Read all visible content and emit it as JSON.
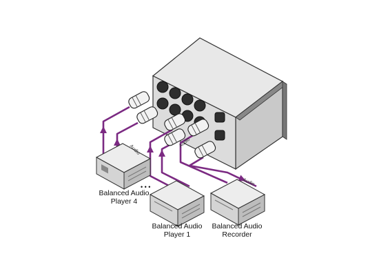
{
  "devices": [
    {
      "id": "player4",
      "label_lines": [
        "Balanced Audio",
        "Player 4"
      ]
    },
    {
      "id": "player1",
      "label_lines": [
        "Balanced Audio",
        "Player 1"
      ]
    },
    {
      "id": "recorder",
      "label_lines": [
        "Balanced Audio",
        "Recorder"
      ]
    }
  ],
  "cable_labels": [
    "Audio",
    "Audio",
    "Audio"
  ],
  "ellipsis": "• • •",
  "colors": {
    "cable": "#7b2a82",
    "device_body": "#e6e6e6",
    "device_dark": "#b5b5b5",
    "chassis": "#d9d9d9",
    "connector": "#3a3a3a"
  }
}
